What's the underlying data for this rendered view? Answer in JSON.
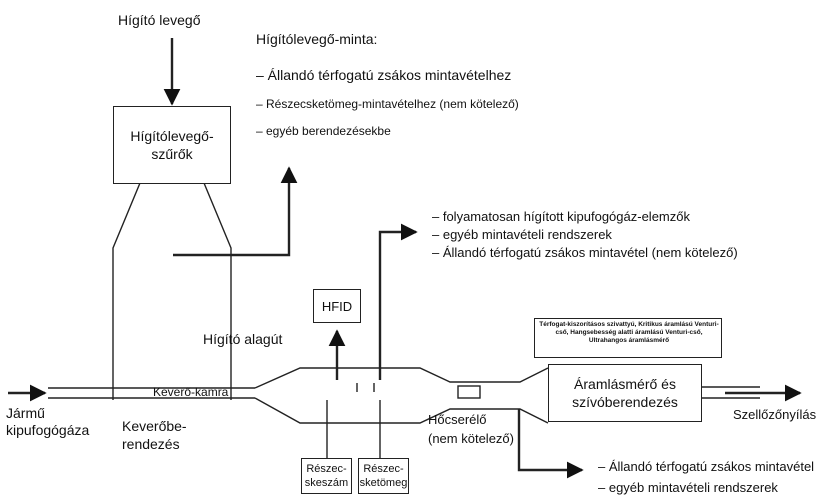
{
  "labels": {
    "dilution_air": "Hígító levegő",
    "dilution_air_sample_title": "Hígítólevegő-minta:",
    "filters_line1": "Hígítólevegő-",
    "filters_line2": "szűrők",
    "tunnel": "Hígító alagút",
    "mixing_chamber": "Keverő-kamra",
    "vehicle_line1": "Jármű",
    "vehicle_line2": "kipufogógáza",
    "mixer_line1": "Keverőbe-",
    "mixer_line2": "rendezés",
    "heat_exchanger_line1": "Hőcserélő",
    "heat_exchanger_line2": "(nem kötelező)",
    "hfid": "HFID",
    "flowmeter_line1": "Áramlásmérő és",
    "flowmeter_line2": "szívóberendezés",
    "vent": "Szellőzőnyílás",
    "particle_count_line1": "Részec-",
    "particle_count_line2": "skeszám",
    "particle_mass_line1": "Részec-",
    "particle_mass_line2": "sketömeg",
    "flow_devices_note": "Térfogat-kiszorításos szivattyú, Kritikus áramlású Venturi-cső, Hangsebesség alatti áramlású Venturi-cső, Ultrahangos áramlásmérő"
  },
  "dilution_air_list": [
    "– Állandó térfogatú zsákos mintavételhez",
    "– Részecsketömeg-mintavételhez (nem kötelező)",
    "– egyéb berendezésekbe"
  ],
  "tunnel_list": [
    "– folyamatosan hígított kipufogógáz-elemzők",
    "– egyéb mintavételi rendszerek",
    "– Állandó térfogatú zsákos mintavétel (nem kötelező)"
  ],
  "outlet_list": [
    "– Állandó térfogatú zsákos mintavétel",
    "– egyéb mintavételi rendszerek"
  ]
}
